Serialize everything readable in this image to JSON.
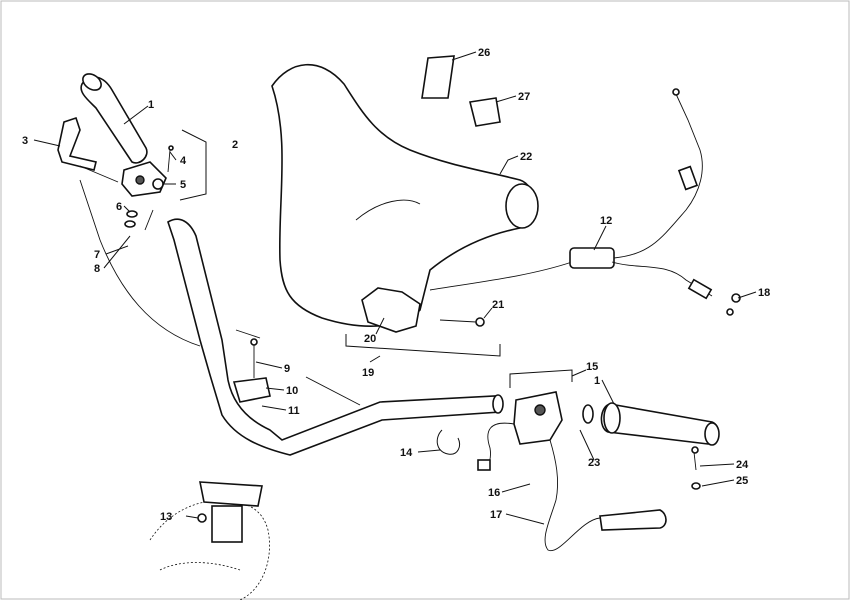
{
  "callouts": [
    {
      "id": "c1a",
      "label": "1"
    },
    {
      "id": "c2",
      "label": "2"
    },
    {
      "id": "c3",
      "label": "3"
    },
    {
      "id": "c4",
      "label": "4"
    },
    {
      "id": "c5",
      "label": "5"
    },
    {
      "id": "c6",
      "label": "6"
    },
    {
      "id": "c7",
      "label": "7"
    },
    {
      "id": "c8",
      "label": "8"
    },
    {
      "id": "c9",
      "label": "9"
    },
    {
      "id": "c10",
      "label": "10"
    },
    {
      "id": "c11",
      "label": "11"
    },
    {
      "id": "c12",
      "label": "12"
    },
    {
      "id": "c13",
      "label": "13"
    },
    {
      "id": "c14",
      "label": "14"
    },
    {
      "id": "c15",
      "label": "15"
    },
    {
      "id": "c1b",
      "label": "1"
    },
    {
      "id": "c16",
      "label": "16"
    },
    {
      "id": "c17",
      "label": "17"
    },
    {
      "id": "c18",
      "label": "18"
    },
    {
      "id": "c19",
      "label": "19"
    },
    {
      "id": "c20",
      "label": "20"
    },
    {
      "id": "c21",
      "label": "21"
    },
    {
      "id": "c22",
      "label": "22"
    },
    {
      "id": "c23",
      "label": "23"
    },
    {
      "id": "c24",
      "label": "24"
    },
    {
      "id": "c25",
      "label": "25"
    },
    {
      "id": "c26",
      "label": "26"
    },
    {
      "id": "c27",
      "label": "27"
    }
  ]
}
